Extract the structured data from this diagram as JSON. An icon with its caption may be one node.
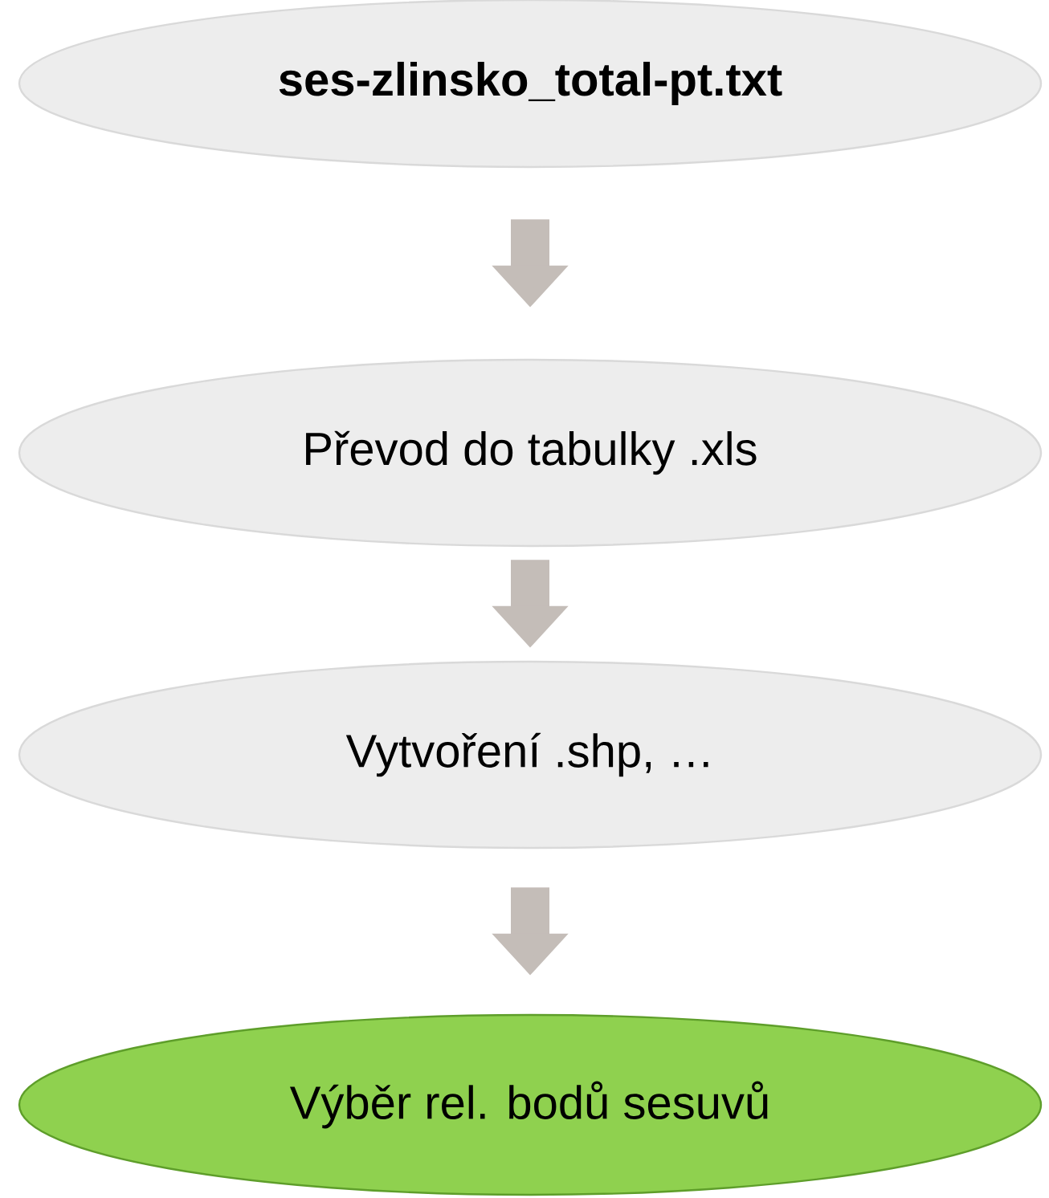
{
  "diagram": {
    "nodes": [
      {
        "text": [
          "ses-zlinsko_total-pt.txt"
        ]
      },
      {
        "text": [
          "Převod do tabulky .xls"
        ]
      },
      {
        "text": [
          "Vytvoření .shp, …"
        ]
      },
      {
        "text": [
          "Výběr rel. bodů sesuvů"
        ]
      }
    ],
    "edges": [
      {
        "from": 0,
        "to": 1,
        "arrow": "to"
      },
      {
        "from": 1,
        "to": 2,
        "arrow": "to"
      },
      {
        "from": 2,
        "to": 3,
        "arrow": "to"
      }
    ]
  }
}
